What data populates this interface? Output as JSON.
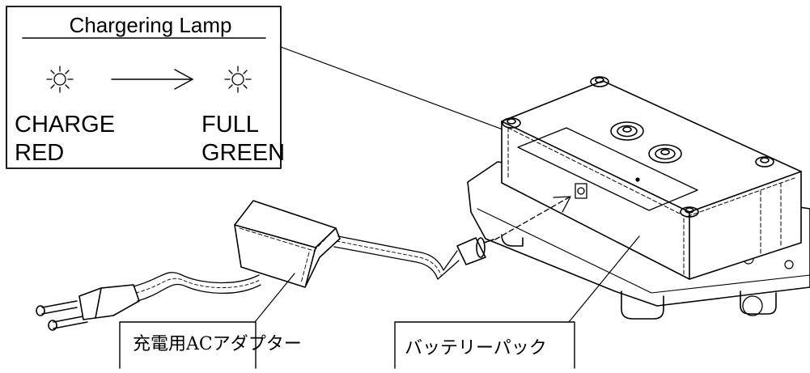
{
  "legend_box": {
    "title": "Chargering Lamp",
    "left_state": "CHARGE",
    "left_color": "RED",
    "right_state": "FULL",
    "right_color": "GREEN",
    "lamp_icon": "sun-icon"
  },
  "callouts": {
    "adapter_label": "充電用ACアダプター",
    "battery_label": "バッテリーパック"
  },
  "colors": {
    "ink": "#000000",
    "paper": "#ffffff"
  }
}
